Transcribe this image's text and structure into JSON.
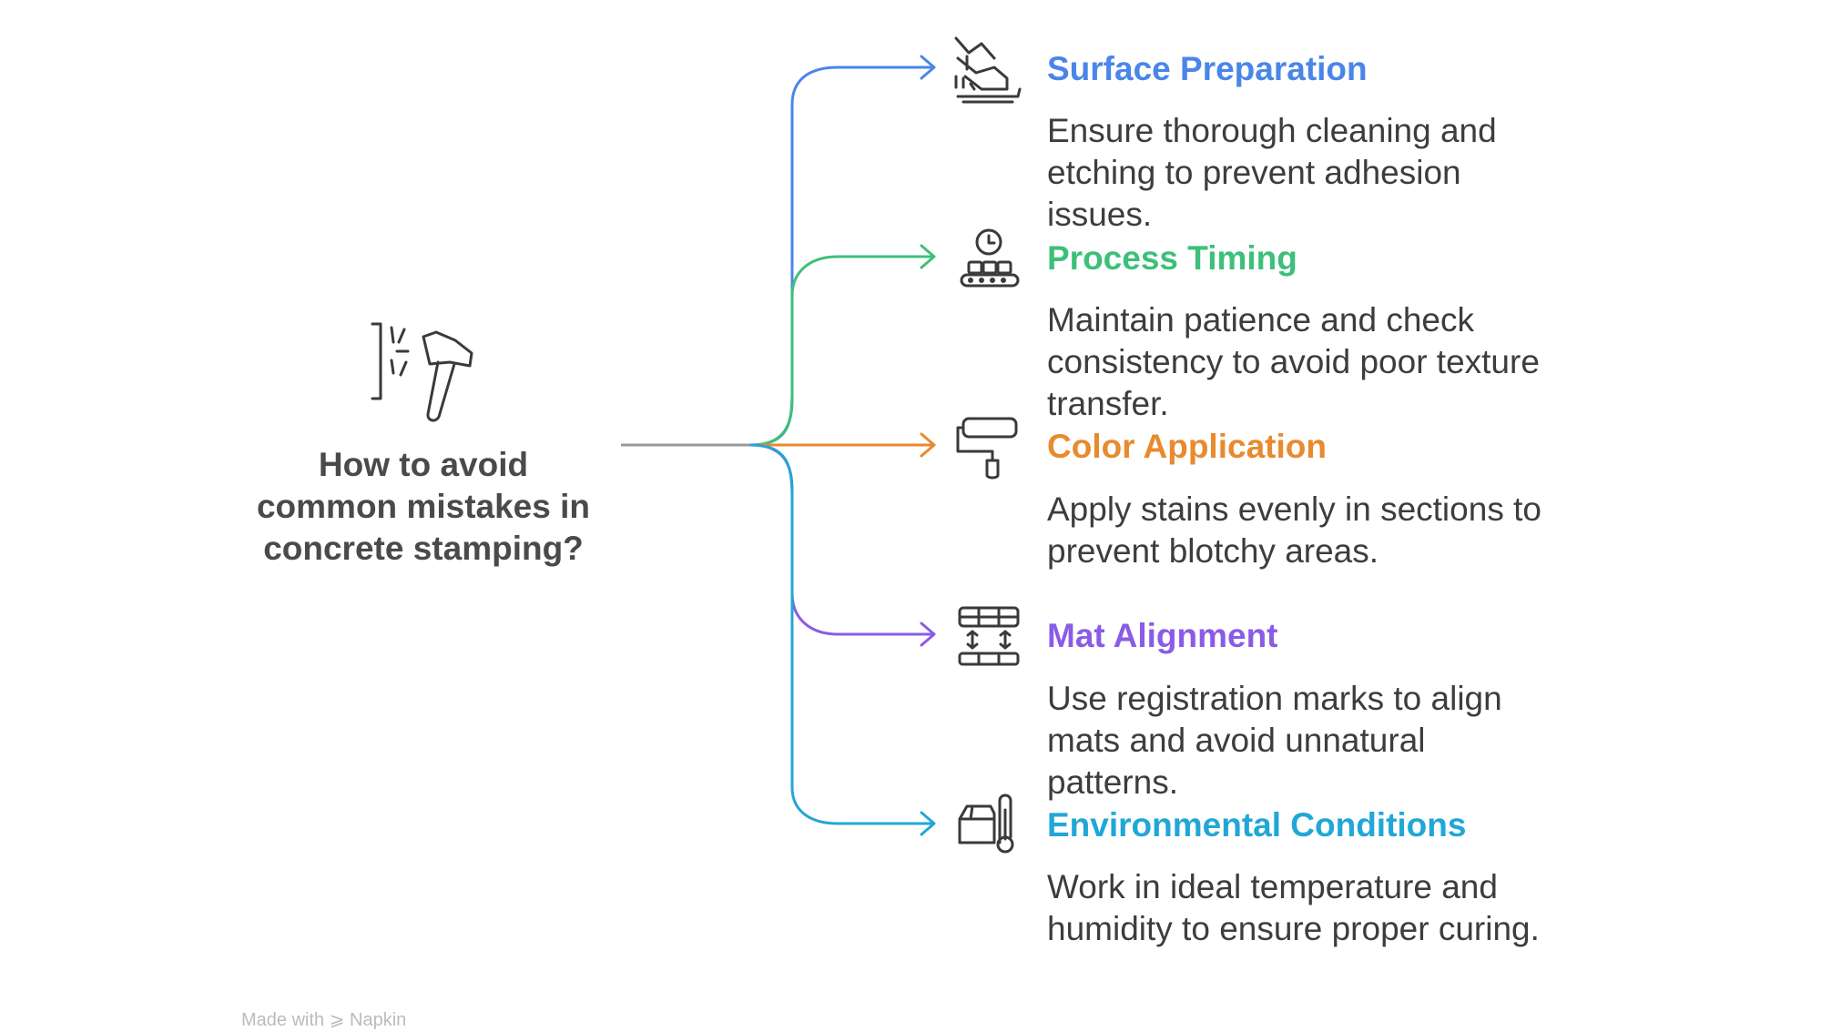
{
  "question": {
    "lines": [
      "How to avoid",
      "common mistakes in",
      "concrete stamping?"
    ]
  },
  "items": [
    {
      "title": "Surface Preparation",
      "description": "Ensure thorough cleaning and etching to prevent adhesion issues.",
      "color": "#4a86e8",
      "icon": "surface-preparation-icon"
    },
    {
      "title": "Process Timing",
      "description": "Maintain patience and check consistency to avoid poor texture transfer.",
      "color": "#3cc07a",
      "icon": "timer-conveyor-icon"
    },
    {
      "title": "Color Application",
      "description": "Apply stains evenly in sections to prevent blotchy areas.",
      "color": "#e88a2e",
      "icon": "paint-roller-icon"
    },
    {
      "title": "Mat Alignment",
      "description": "Use registration marks to align mats and avoid unnatural patterns.",
      "color": "#8a5ce6",
      "icon": "mat-alignment-icon"
    },
    {
      "title": "Environmental Conditions",
      "description": "Work in ideal temperature and humidity to ensure proper curing.",
      "color": "#21a7d6",
      "icon": "thermometer-box-icon"
    }
  ],
  "central_icon": "hammer-icon",
  "stem_color": "#9a9a9a",
  "text_color": "#4a4a4a",
  "footer": "Made with ⩾ Napkin"
}
